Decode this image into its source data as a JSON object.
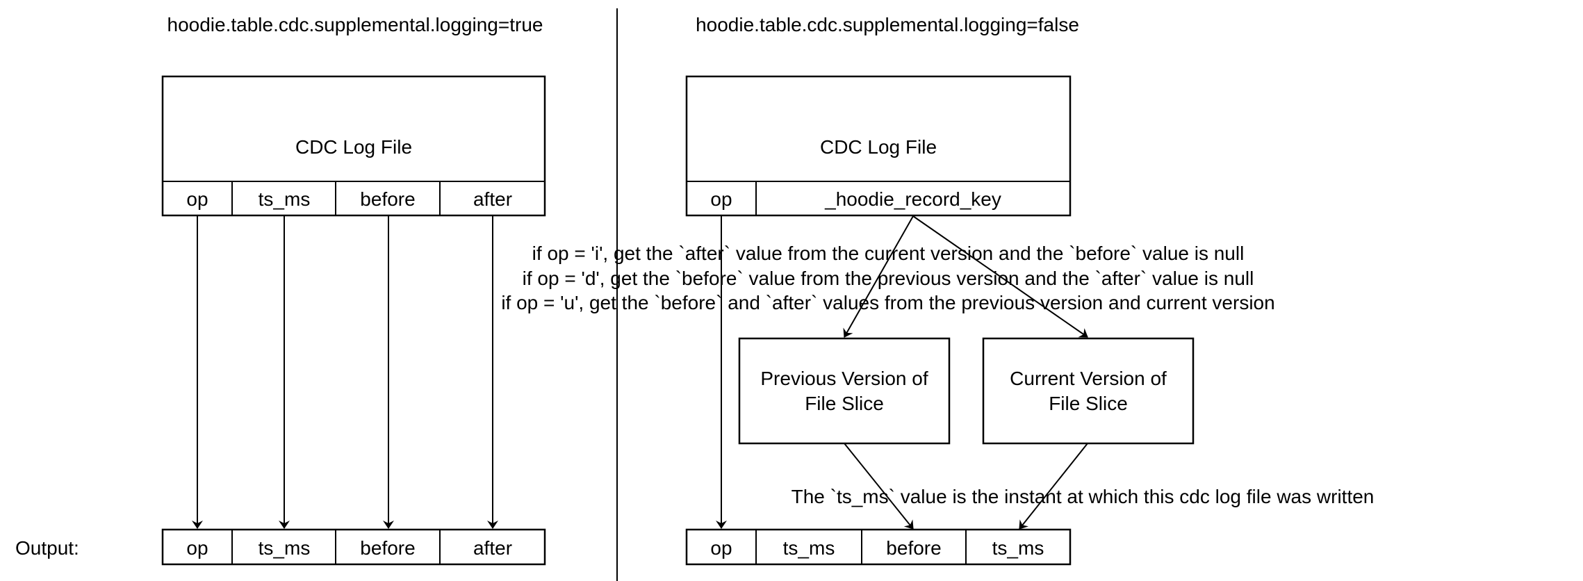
{
  "left": {
    "title": "hoodie.table.cdc.supplemental.logging=true",
    "log_file_label": "CDC Log File",
    "log_columns": [
      "op",
      "ts_ms",
      "before",
      "after"
    ],
    "output_label": "Output:",
    "output_columns": [
      "op",
      "ts_ms",
      "before",
      "after"
    ]
  },
  "right": {
    "title": "hoodie.table.cdc.supplemental.logging=false",
    "log_file_label": "CDC Log File",
    "log_columns": [
      "op",
      "_hoodie_record_key"
    ],
    "conditions": [
      "if op = 'i', get the `after` value from the current version and the `before` value is null",
      "if op = 'd', get the `before` value from the previous version  and the `after` value is null",
      "if op = 'u', get the `before` and `after` values from the previous version and current version"
    ],
    "previous_version_label": [
      "Previous Version of",
      "File Slice"
    ],
    "current_version_label": [
      "Current Version of",
      "File Slice"
    ],
    "ts_note": "The `ts_ms` value is the instant at which this cdc log file was written",
    "output_columns": [
      "op",
      "ts_ms",
      "before",
      "ts_ms"
    ]
  }
}
